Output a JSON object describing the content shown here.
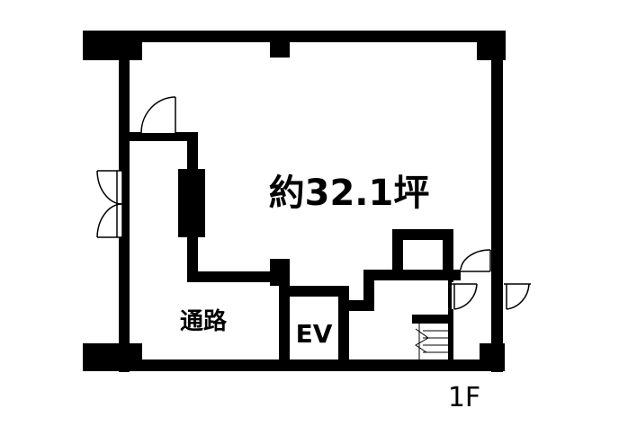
{
  "floor_plan": {
    "area_label": "約32.1坪",
    "corridor_label": "通路",
    "elevator_label": "EV",
    "floor_label": "1F"
  },
  "colors": {
    "wall": "#000000",
    "background": "#ffffff"
  }
}
